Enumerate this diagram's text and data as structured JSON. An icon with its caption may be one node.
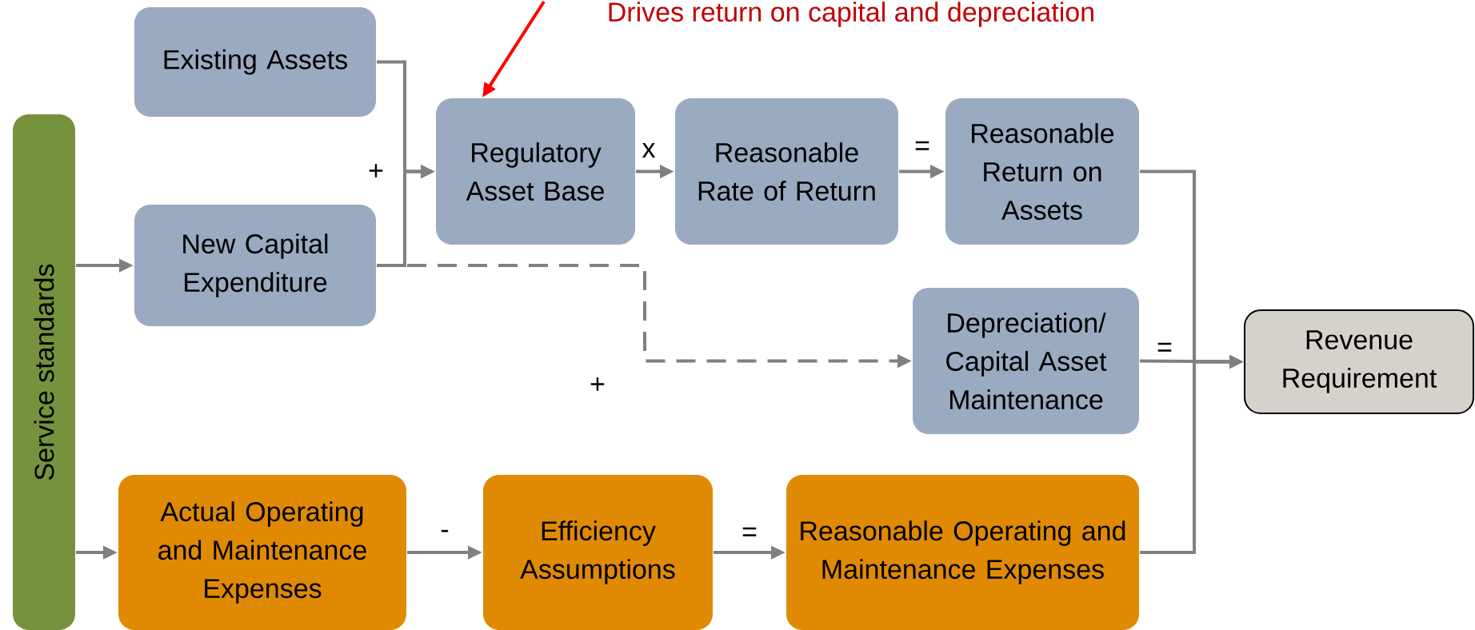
{
  "diagram": {
    "nodes": [
      {
        "text": [
          "Service standards"
        ]
      },
      {
        "text": [
          "Existing Assets"
        ]
      },
      {
        "text": [
          "New Capital Expenditure"
        ]
      },
      {
        "text": [
          "Regulatory Asset Base"
        ]
      },
      {
        "text": [
          "Reasonable Rate of Return"
        ]
      },
      {
        "text": [
          "Reasonable Return on Assets"
        ]
      },
      {
        "text": [
          "Depreciation/ Capital Asset Maintenance"
        ]
      },
      {
        "text": [
          "Revenue Requirement"
        ]
      },
      {
        "text": [
          "Actual Operating and Maintenance Expenses"
        ]
      },
      {
        "text": [
          "Efficiency Assumptions"
        ]
      },
      {
        "text": [
          "Reasonable Operating and Maintenance Expenses"
        ]
      }
    ],
    "edges": [
      {
        "from": 0,
        "to": 2,
        "arrow": "to"
      },
      {
        "from": 0,
        "to": 8,
        "arrow": "to"
      },
      {
        "from": 1,
        "to": 3,
        "arrow": "to",
        "label": "+"
      },
      {
        "from": 2,
        "to": 3,
        "arrow": "to"
      },
      {
        "from": 3,
        "to": 4,
        "arrow": "to",
        "label": "x"
      },
      {
        "from": 4,
        "to": 5,
        "arrow": "to",
        "label": "="
      },
      {
        "from": 5,
        "to": 7,
        "arrow": "to"
      },
      {
        "from": 2,
        "to": 6,
        "arrow": "to",
        "label": "+",
        "style": "dashed"
      },
      {
        "from": 6,
        "to": 7,
        "arrow": "to",
        "label": "="
      },
      {
        "from": 10,
        "to": 7,
        "arrow": "to"
      },
      {
        "from": 8,
        "to": 9,
        "arrow": "to",
        "label": "-"
      },
      {
        "from": 9,
        "to": 10,
        "arrow": "to",
        "label": "="
      },
      {
        "from": null,
        "to": 3,
        "arrow": "to",
        "color": "#ff0000"
      }
    ],
    "labels": [
      "Drives return on capital and depreciation"
    ]
  }
}
